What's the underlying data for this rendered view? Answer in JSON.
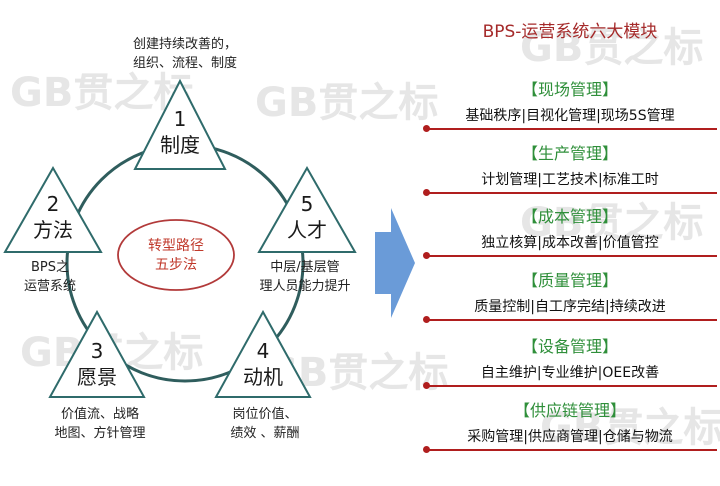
{
  "watermark": "GB贯之标",
  "colors": {
    "circle": "#2f5d5d",
    "triangle_stroke": "#2f6b6b",
    "center_ellipse": "#b23a3a",
    "center_text": "#c0392b",
    "arrow": "#6a9bd8",
    "module_title_text": "#2f8f3a",
    "header_text": "#a52a2a",
    "module_line": "#b01e1e"
  },
  "cycle": {
    "center_label": [
      "转型路径",
      "五步法"
    ],
    "steps": [
      {
        "number": "1",
        "name": "制度",
        "caption": [
          "创建持续改善的，",
          "组织、流程、制度"
        ]
      },
      {
        "number": "2",
        "name": "方法",
        "caption": [
          "BPS之",
          "运营系统"
        ]
      },
      {
        "number": "3",
        "name": "愿景",
        "caption": [
          "价值流、战略",
          "地图、方针管理"
        ]
      },
      {
        "number": "4",
        "name": "动机",
        "caption": [
          "岗位价值、",
          "绩效 、薪酬"
        ]
      },
      {
        "number": "5",
        "name": "人才",
        "caption": [
          "中层/基层管",
          "理人员能力提升"
        ]
      }
    ]
  },
  "modules_panel": {
    "header": "BPS-运营系统六大模块",
    "modules": [
      {
        "title": "【现场管理】",
        "items": "基础秩序|目视化管理|现场5S管理"
      },
      {
        "title": "【生产管理】",
        "items": "计划管理|工艺技术|标准工时"
      },
      {
        "title": "【成本管理】",
        "items": "独立核算|成本改善|价值管控"
      },
      {
        "title": "【质量管理】",
        "items": "质量控制|自工序完结|持续改进"
      },
      {
        "title": "【设备管理】",
        "items": "自主维护|专业维护|OEE改善"
      },
      {
        "title": "【供应链管理】",
        "items": "采购管理|供应商管理|仓储与物流"
      }
    ]
  }
}
